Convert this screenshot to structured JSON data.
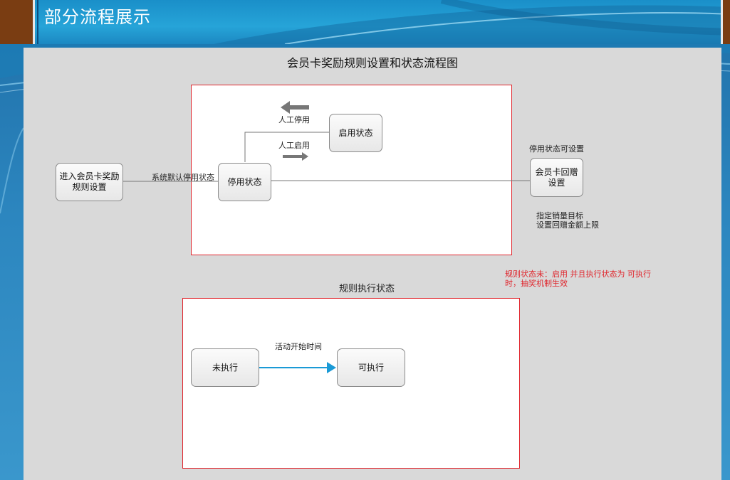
{
  "slide": {
    "title": "部分流程展示"
  },
  "diagram": {
    "title": "会员卡奖励规则设置和状态流程图",
    "nodes": {
      "enter": "进入会员卡奖励规则设置",
      "disabled": "停用状态",
      "enabled": "启用状态",
      "gift": "会员卡回赠设置",
      "not_executed": "未执行",
      "executable": "可执行"
    },
    "edge_labels": {
      "default_disabled": "系统默认停用状态",
      "manual_disable": "人工停用",
      "manual_enable": "人工启用",
      "gift_settable": "停用状态可设置",
      "activity_start": "活动开始时间"
    },
    "gift_notes": {
      "line1": "指定销量目标",
      "line2": "设置回赠金额上限"
    },
    "section_title": "规则执行状态",
    "red_note": "规则状态未：启用 并且执行状态为 可执行时，抽奖机制生效",
    "colors": {
      "frame_border": "#e0242b",
      "arrow_blue": "#1a9ad6",
      "arrow_gray": "#777777"
    }
  }
}
